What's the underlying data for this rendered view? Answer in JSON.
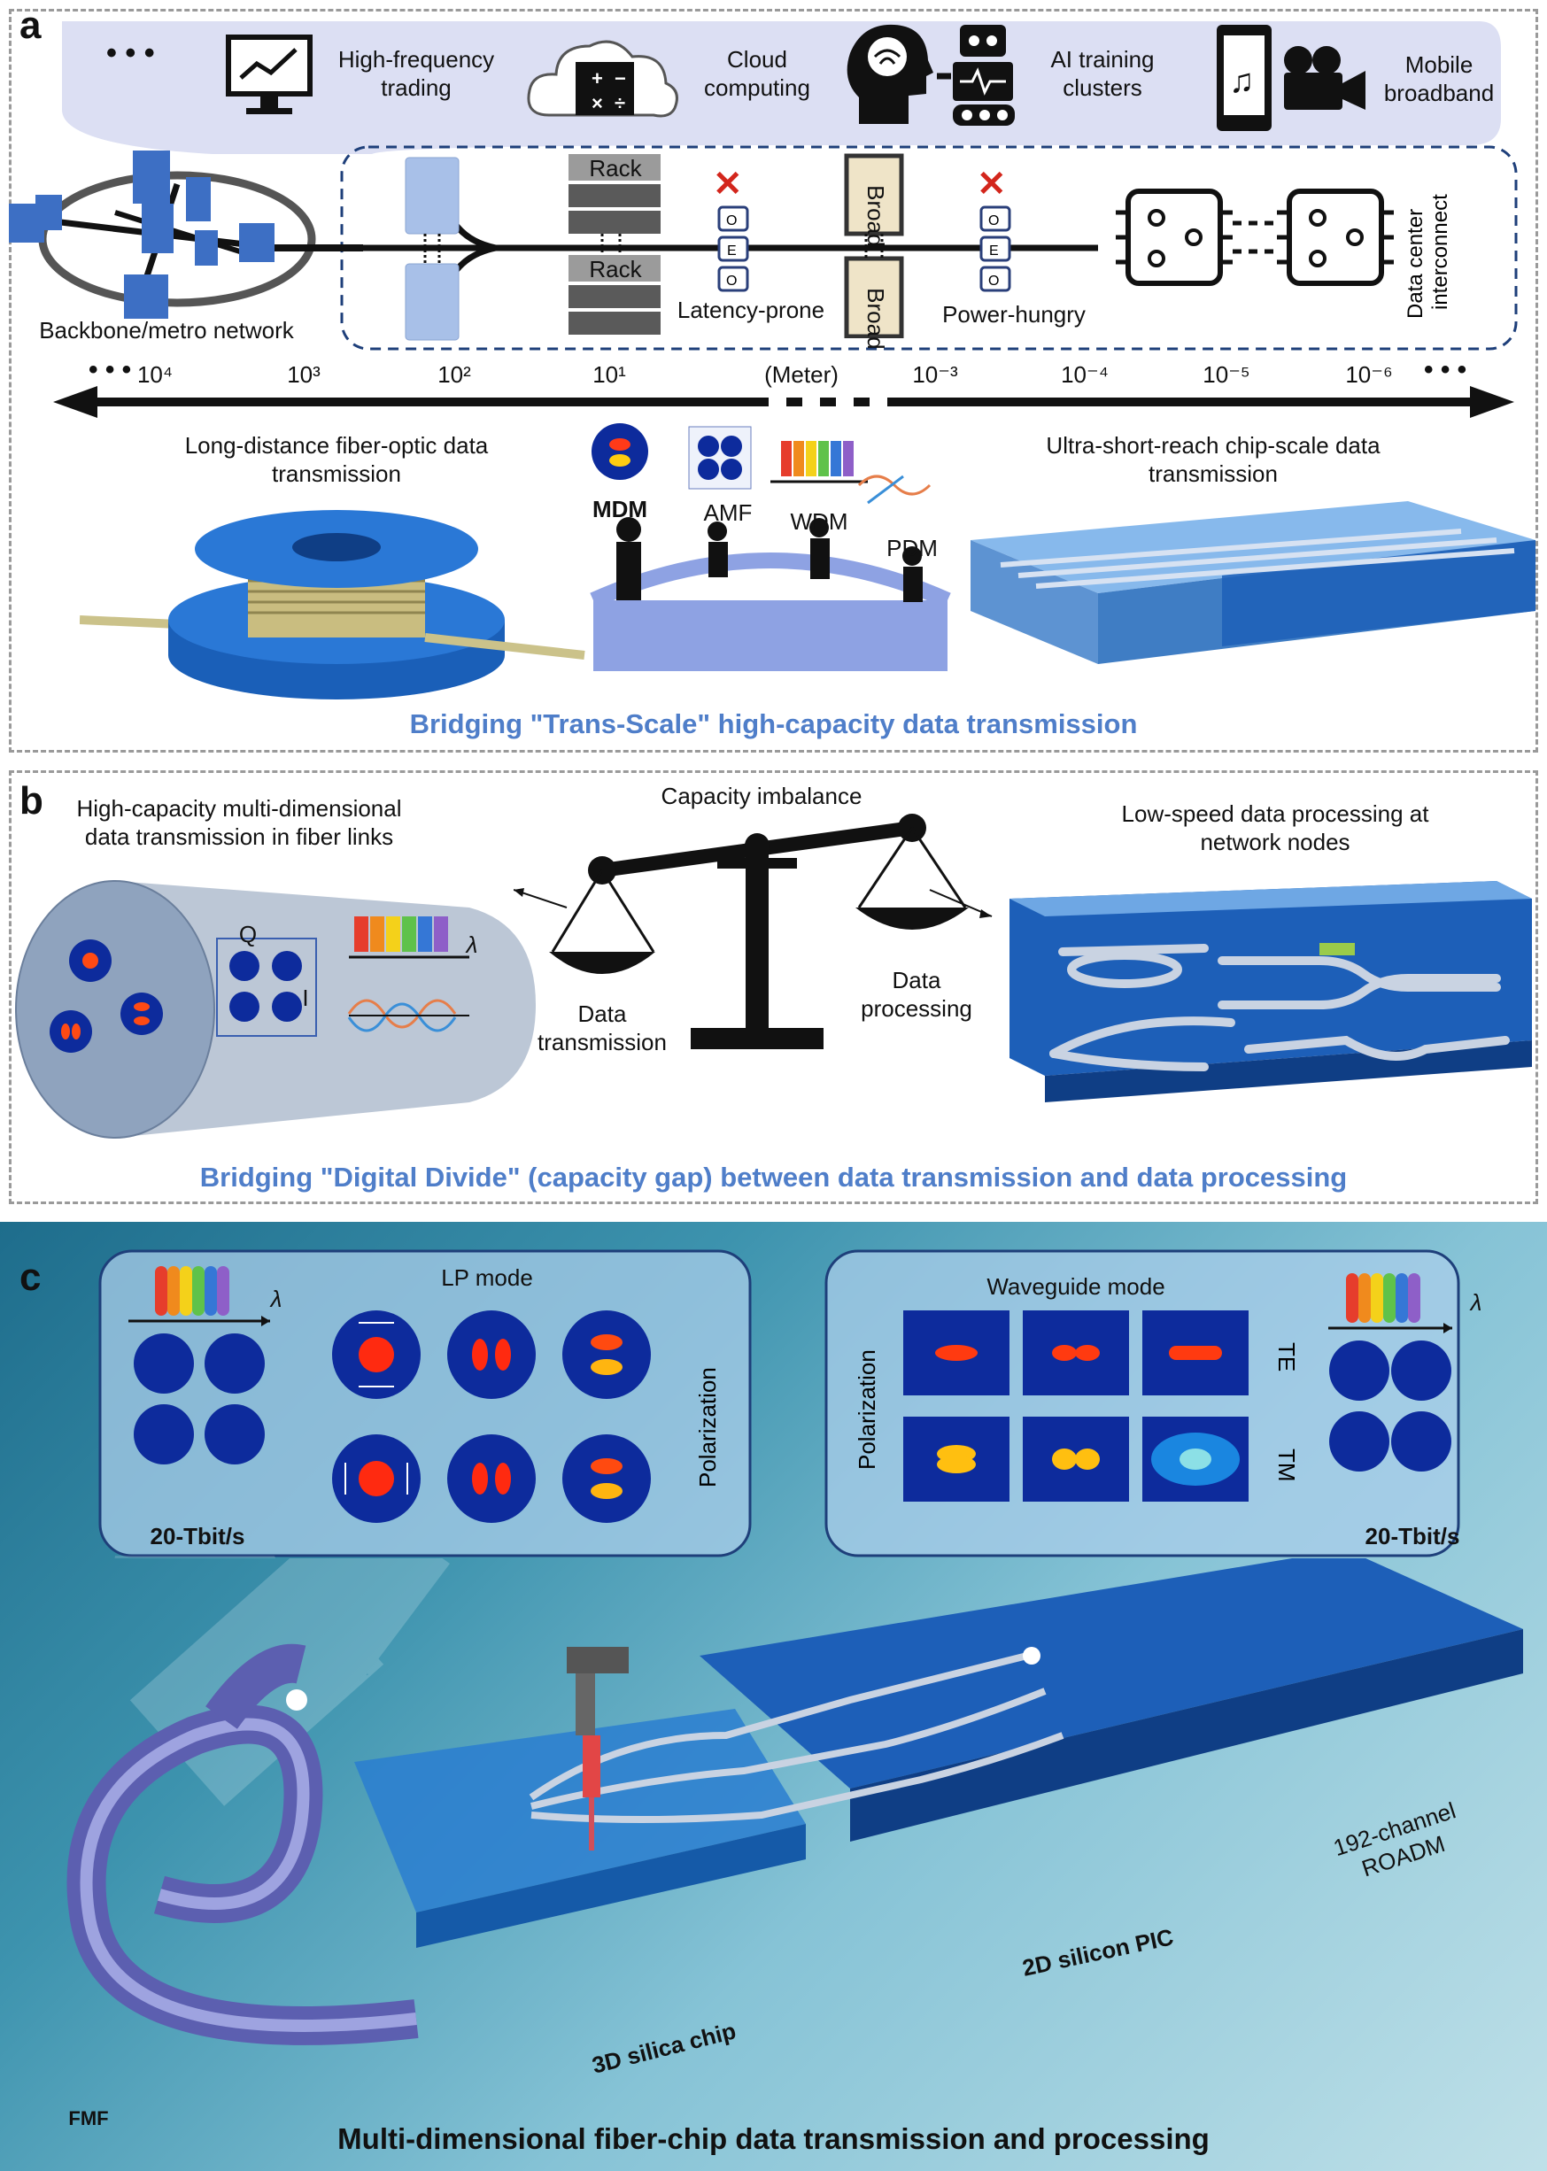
{
  "panel_a": {
    "label": "a",
    "apps": {
      "ellipsis": "• • •",
      "hft": "High-frequency trading",
      "cloud": "Cloud computing",
      "ai": "AI training clusters",
      "mobile": "Mobile broadband"
    },
    "backbone": "Backbone/metro network",
    "rack1": "Rack",
    "rack2": "Rack",
    "broad1": "Broad",
    "broad2": "Broad",
    "latency": "Latency-prone",
    "power": "Power-hungry",
    "oeo": "O E O",
    "dci": "Data center interconnect",
    "scale": {
      "left_dots": "• • •",
      "right_dots": "• • •",
      "unit": "(Meter)",
      "ticks": [
        "10⁴",
        "10³",
        "10²",
        "10¹",
        "10⁻³",
        "10⁻⁴",
        "10⁻⁵",
        "10⁻⁶"
      ]
    },
    "long_distance": "Long-distance fiber-optic data transmission",
    "ultra_short": "Ultra-short-reach chip-scale data transmission",
    "mdm": "MDM",
    "amf": "AMF",
    "wdm": "WDM",
    "pdm": "PDM",
    "title": "Bridging \"Trans-Scale\" high-capacity data transmission"
  },
  "panel_b": {
    "label": "b",
    "fiber_text": "High-capacity multi-dimensional data transmission in fiber links",
    "capacity": "Capacity imbalance",
    "low_speed": "Low-speed data processing at network nodes",
    "data_transmission": "Data transmission",
    "data_processing": "Data processing",
    "q": "Q",
    "i": "I",
    "lambda": "λ",
    "title": "Bridging \"Digital Divide\" (capacity gap) between data transmission and data processing"
  },
  "panel_c": {
    "label": "c",
    "lp_mode": "LP mode",
    "waveguide_mode": "Waveguide mode",
    "polarization": "Polarization",
    "polarization2": "Polarization",
    "te": "TE",
    "tm": "TM",
    "rate_left": "20-Tbit/s",
    "rate_right": "20-Tbit/s",
    "lambda": "λ",
    "fmf": "FMF",
    "silica": "3D silica chip",
    "silicon": "2D silicon PIC",
    "roadm": "192-channel ROADM",
    "title": "Multi-dimensional fiber-chip data transmission and processing"
  },
  "colors": {
    "accent_blue": "#4f7ec9",
    "chip_blue": "#1d5fb8",
    "app_bubble": "#dcdff3"
  }
}
